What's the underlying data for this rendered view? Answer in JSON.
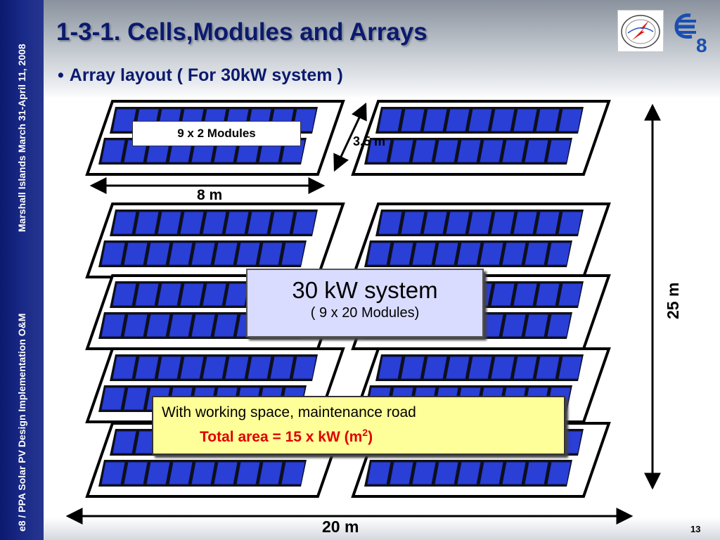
{
  "sidebar": {
    "top_text": "Marshall Islands March 31-April 11, 2008",
    "bottom_text": "e8 / PPA Solar PV Design Implementation O&M"
  },
  "slide": {
    "title": "1-3-1. Cells,Modules and Arrays",
    "bullet": "Array layout ( For 30kW system )",
    "page_number": "13"
  },
  "diagram": {
    "panel_label": "9 x 2 Modules",
    "row_width_label": "8 m",
    "row_depth_label": "3.5 m",
    "total_width_label": "20 m",
    "total_depth_label": "25 m",
    "array_columns": 2,
    "array_rows": 5,
    "panel_strings_per_row": 2,
    "modules_per_string": 9,
    "module_color": "#2a3fd6",
    "frame_color": "#000000",
    "system_box": {
      "title": "30 kW system",
      "subtitle": "( 9 x 20 Modules)",
      "background": "#d9dcff"
    },
    "area_box": {
      "line1": "With working space, maintenance road",
      "line2": "Total area = 15 x kW  (m",
      "line2_sup": "2",
      "line2_end": ")",
      "background": "#ffff99",
      "highlight_color": "#e00000"
    }
  },
  "logos": {
    "left": "ppa-logo",
    "right": "e8-logo"
  }
}
